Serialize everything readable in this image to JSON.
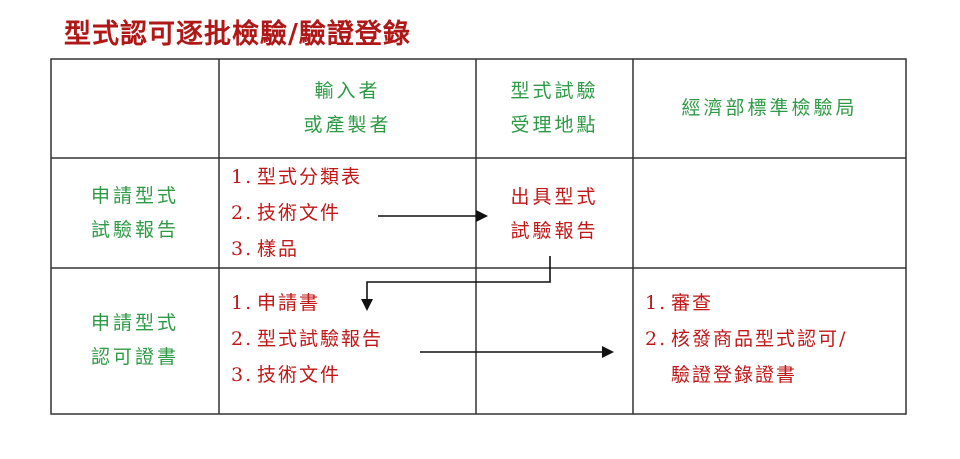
{
  "title": "型式認可逐批檢驗/驗證登錄",
  "header": {
    "col2": [
      "輸入者",
      "或產製者"
    ],
    "col3": [
      "型式試驗",
      "受理地點"
    ],
    "col4": "經濟部標準檢驗局"
  },
  "rows": [
    {
      "label": [
        "申請型式",
        "試驗報告"
      ],
      "inputs": [
        {
          "num": "1.",
          "text": "型式分類表"
        },
        {
          "num": "2.",
          "text": "技術文件"
        },
        {
          "num": "3.",
          "text": "樣品"
        }
      ],
      "lab_output": [
        "出具型式",
        "試驗報告"
      ]
    },
    {
      "label": [
        "申請型式",
        "認可證書"
      ],
      "inputs": [
        {
          "num": "1.",
          "text": "申請書"
        },
        {
          "num": "2.",
          "text": "型式試驗報告"
        },
        {
          "num": "3.",
          "text": "技術文件"
        }
      ],
      "bureau_actions": [
        {
          "num": "1.",
          "text": "審查"
        },
        {
          "num": "2.",
          "text": "核發商品型式認可/"
        },
        {
          "num": "",
          "text": "驗證登錄證書"
        }
      ]
    }
  ],
  "colors": {
    "title": "#b01818",
    "green_text": "#2f9a45",
    "red_text": "#c01818",
    "lines": "#333333"
  }
}
